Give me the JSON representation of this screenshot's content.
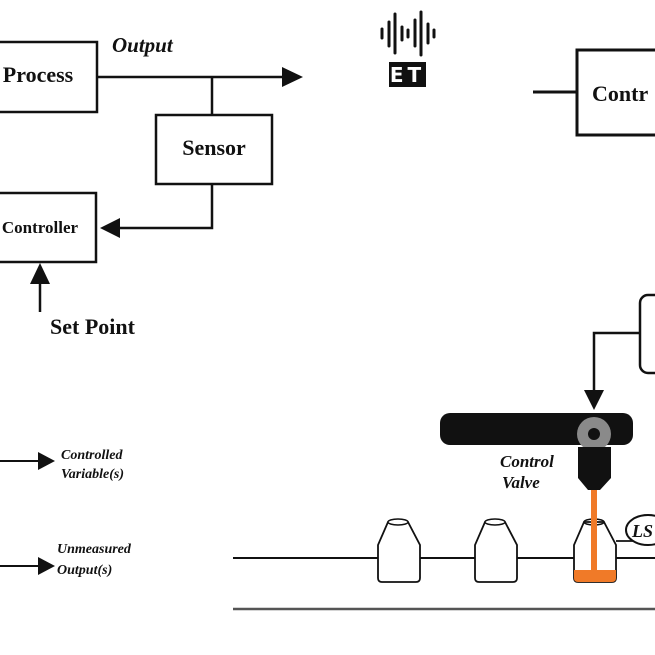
{
  "block_diagram": {
    "process": "Process",
    "output": "Output",
    "sensor": "Sensor",
    "controller": "Controller",
    "set_point": "Set Point"
  },
  "logo": {
    "text": "ET"
  },
  "right_diagram": {
    "controller_partial": "Contr",
    "control_valve_line1": "Control",
    "control_valve_line2": "Valve",
    "level_switch_partial": "LS"
  },
  "left_outputs": {
    "controlled_line1": "Controlled",
    "controlled_line2": "Variable(s)",
    "unmeasured_line1": "Unmeasured",
    "unmeasured_line2": "Output(s)"
  },
  "colors": {
    "liquid": "#f07a28",
    "line": "#111111",
    "valve_ring": "#8a8a8a"
  }
}
